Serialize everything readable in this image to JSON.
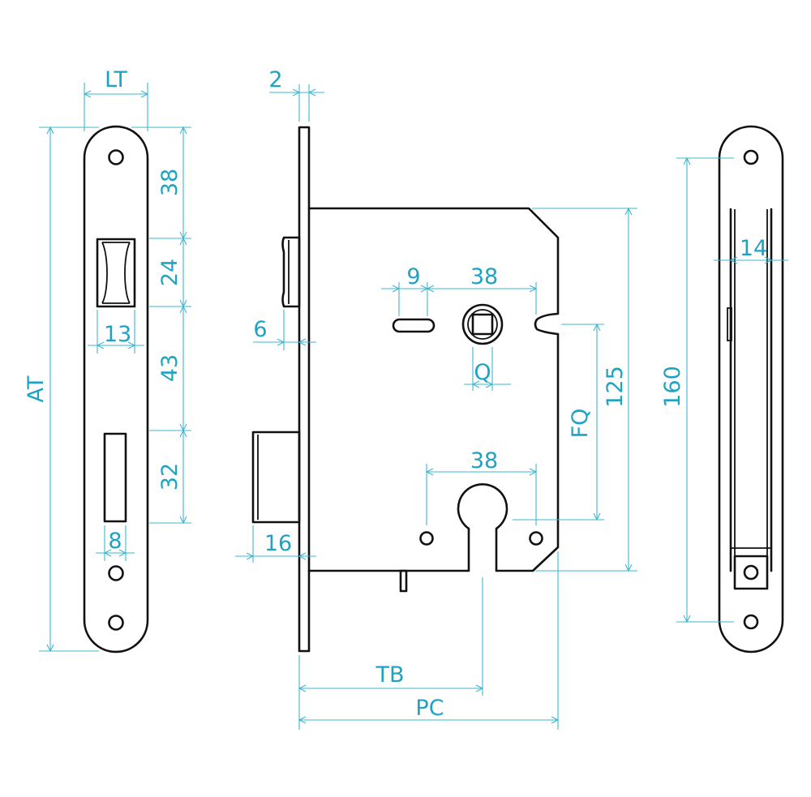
{
  "diagram": {
    "accent_color": "#1ea3c3",
    "line_color": "#111111",
    "front_view": {
      "labels": {
        "faceplate_width": "LT",
        "faceplate_length": "AT",
        "top_to_latch": "38",
        "latch_height": "24",
        "latch_to_bolt": "43",
        "bolt_height": "32",
        "latch_width": "13",
        "bolt_width": "8"
      }
    },
    "side_view": {
      "labels": {
        "faceplate_thickness": "2",
        "latch_projection": "6",
        "bolt_projection": "16",
        "slot_width": "9",
        "follower_to_edge": "38",
        "spindle_square": "Q",
        "cylinder_spacing": "38",
        "follower_to_cylinder": "FQ",
        "case_height": "125",
        "backset": "TB",
        "case_depth": "PC"
      }
    },
    "rear_view": {
      "labels": {
        "case_length": "160",
        "case_thickness": "14"
      }
    }
  }
}
